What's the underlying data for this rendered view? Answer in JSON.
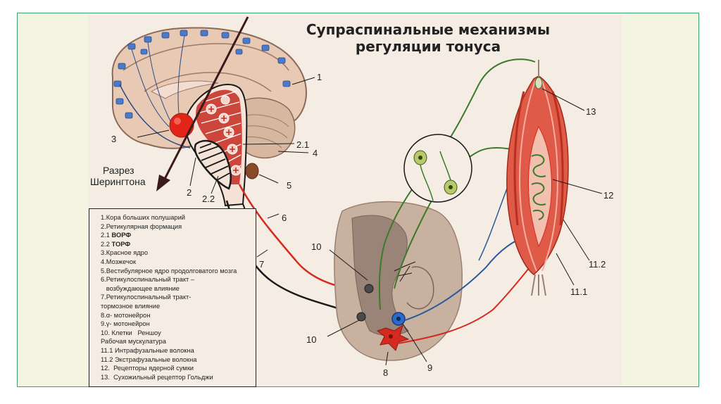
{
  "title": [
    "Супраспинальные механизмы",
    "регуляции тонуса"
  ],
  "section_label": [
    "Разрез",
    "Шерингтона"
  ],
  "callouts": {
    "c1": "1",
    "c2": "2",
    "c21": "2.1",
    "c22": "2.2",
    "c3": "3",
    "c4": "4",
    "c5": "5",
    "c6": "6",
    "c7": "7",
    "c8": "8",
    "c9": "9",
    "c10a": "10",
    "c10b": "10",
    "c111": "11.1",
    "c112": "11.2",
    "c12": "12",
    "c13": "13"
  },
  "legend": [
    {
      "text": "1.Кора больших полушарий"
    },
    {
      "text": "2.Ретикулярная формация"
    },
    {
      "prefix": "2.1 ",
      "bold": "ВОРФ"
    },
    {
      "prefix": "2.2 ",
      "bold": "ТОРФ"
    },
    {
      "text": "3.Красное ядро"
    },
    {
      "text": "4.Мозжечок"
    },
    {
      "text": "5.Вестибулярное ядро продолговатого мозга"
    },
    {
      "text": "6.Ретикулоспинальный тракт –"
    },
    {
      "text": "   возбуждающее влияние"
    },
    {
      "text": "7.Ретикулоспинальный тракт-"
    },
    {
      "text": "тормозное влияние"
    },
    {
      "text": "8.α- мотонейрон"
    },
    {
      "text": "9.γ- мотонейрон"
    },
    {
      "text": "10. Клетки   Реншоу"
    },
    {
      "text": "Рабочая мускулатура"
    },
    {
      "text": "11.1 Интрафузальные волокна"
    },
    {
      "text": "11.2 Экстрафузальные волокна"
    },
    {
      "text": "12.  Рецепторы ядерной сумки"
    },
    {
      "text": "13.  Сухожильный рецептор Гольджи"
    }
  ],
  "colors": {
    "excitatory": "#d42a1f",
    "inhibitory": "#1a1a1a",
    "afferent": "#3a7a2a",
    "gamma": "#2a5a9a",
    "frame": "#3aa56a"
  }
}
